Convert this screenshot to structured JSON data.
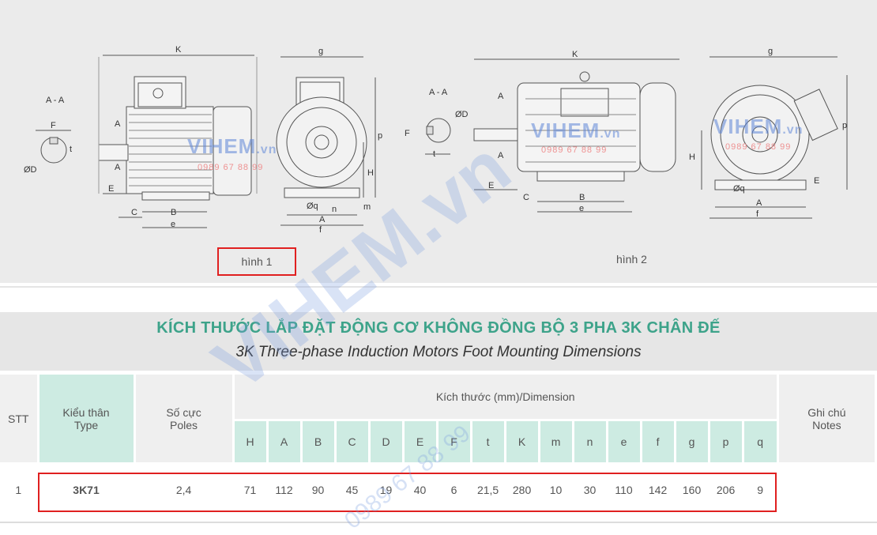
{
  "drawing": {
    "section_label": "A - A",
    "dims_fig1": [
      "K",
      "g",
      "A",
      "A",
      "E",
      "C",
      "B",
      "e",
      "p",
      "H",
      "m",
      "Øq",
      "n",
      "A",
      "f",
      "F",
      "t",
      "ØD"
    ],
    "dims_fig2": [
      "K",
      "g",
      "A",
      "A",
      "E",
      "C",
      "B",
      "e",
      "p",
      "H",
      "Øq",
      "A",
      "f",
      "F",
      "t",
      "ØD",
      "E"
    ],
    "figure1_label": "hình 1",
    "figure2_label": "hình 2",
    "watermark": "VIHEM.vn",
    "watermark_phone": "0989 67 88 99"
  },
  "title": {
    "vn": "KÍCH THƯỚC LẮP ĐẶT ĐỘNG CƠ KHÔNG ĐỒNG BỘ 3 PHA 3K CHÂN ĐẾ",
    "en": "3K Three-phase Induction Motors Foot Mounting Dimensions"
  },
  "table": {
    "col_stt": "STT",
    "col_type_vn": "Kiểu thân",
    "col_type_en": "Type",
    "col_poles_vn": "Số cực",
    "col_poles_en": "Poles",
    "col_dim": "Kích thước (mm)/Dimension",
    "col_notes_vn": "Ghi chú",
    "col_notes_en": "Notes",
    "dim_cols": [
      "H",
      "A",
      "B",
      "C",
      "D",
      "E",
      "F",
      "t",
      "K",
      "m",
      "n",
      "e",
      "f",
      "g",
      "p",
      "q"
    ],
    "rows": [
      {
        "stt": "1",
        "type": "3K71",
        "poles": "2,4",
        "values": [
          "71",
          "112",
          "90",
          "45",
          "19",
          "40",
          "6",
          "21,5",
          "280",
          "10",
          "30",
          "110",
          "142",
          "160",
          "206",
          "9"
        ],
        "notes": ""
      }
    ]
  }
}
